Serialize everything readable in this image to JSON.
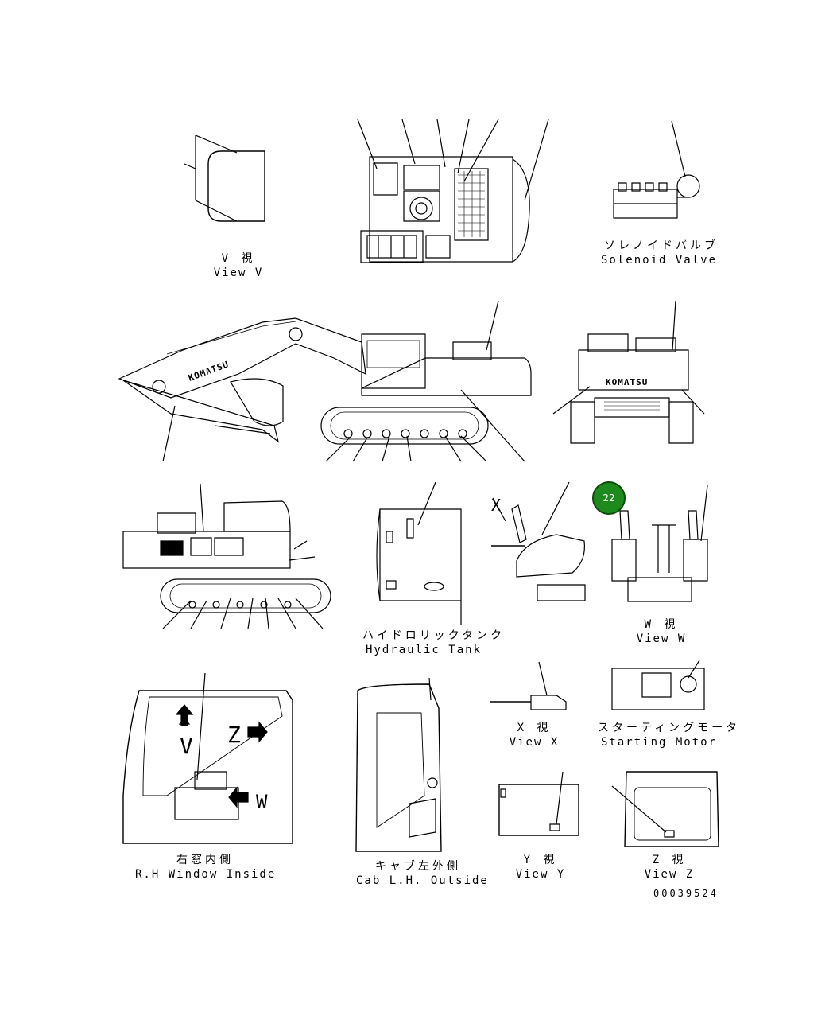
{
  "marker": {
    "label": "22",
    "color": "#1d8a1d"
  },
  "labels": {
    "view_v": {
      "jp": "V 視",
      "en": "View V"
    },
    "solenoid_valve": {
      "jp": "ソレノイドバルブ",
      "en": "Solenoid Valve"
    },
    "hydraulic_tank": {
      "jp": "ハイドロリックタンク",
      "en": "Hydraulic Tank"
    },
    "view_w": {
      "jp": "W 視",
      "en": "View W"
    },
    "view_x": {
      "jp": "X 視",
      "en": "View X"
    },
    "starting_motor": {
      "jp": "スターティングモータ",
      "en": "Starting Motor"
    },
    "rh_window": {
      "jp": "右窓内側",
      "en": "R.H Window Inside"
    },
    "cab_lh": {
      "jp": "キャブ左外側",
      "en": "Cab L.H. Outside"
    },
    "view_y": {
      "jp": "Y 視",
      "en": "View Y"
    },
    "view_z": {
      "jp": "Z 視",
      "en": "View Z"
    }
  },
  "view_letters": {
    "x": "X",
    "v": "V",
    "z": "Z",
    "w": "W"
  },
  "brand_text": "KOMATSU",
  "document_number": "00039524"
}
